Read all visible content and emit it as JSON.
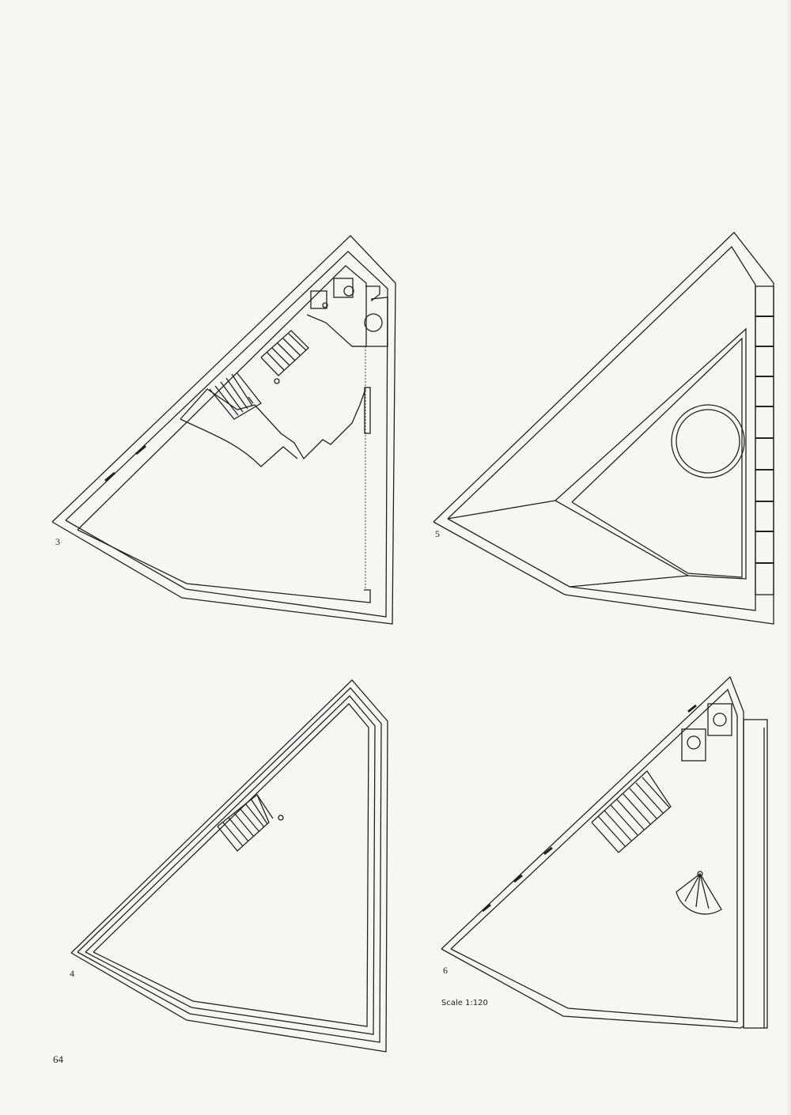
{
  "figures": [
    {
      "id": "plan-3",
      "label": "3"
    },
    {
      "id": "plan-4",
      "label": "4"
    },
    {
      "id": "plan-5",
      "label": "5"
    },
    {
      "id": "plan-6",
      "label": "6"
    }
  ],
  "scale_text": "Scale 1:120",
  "page_number": "64",
  "colors": {
    "paper": "#f7f6f2",
    "ink": "#222222"
  }
}
